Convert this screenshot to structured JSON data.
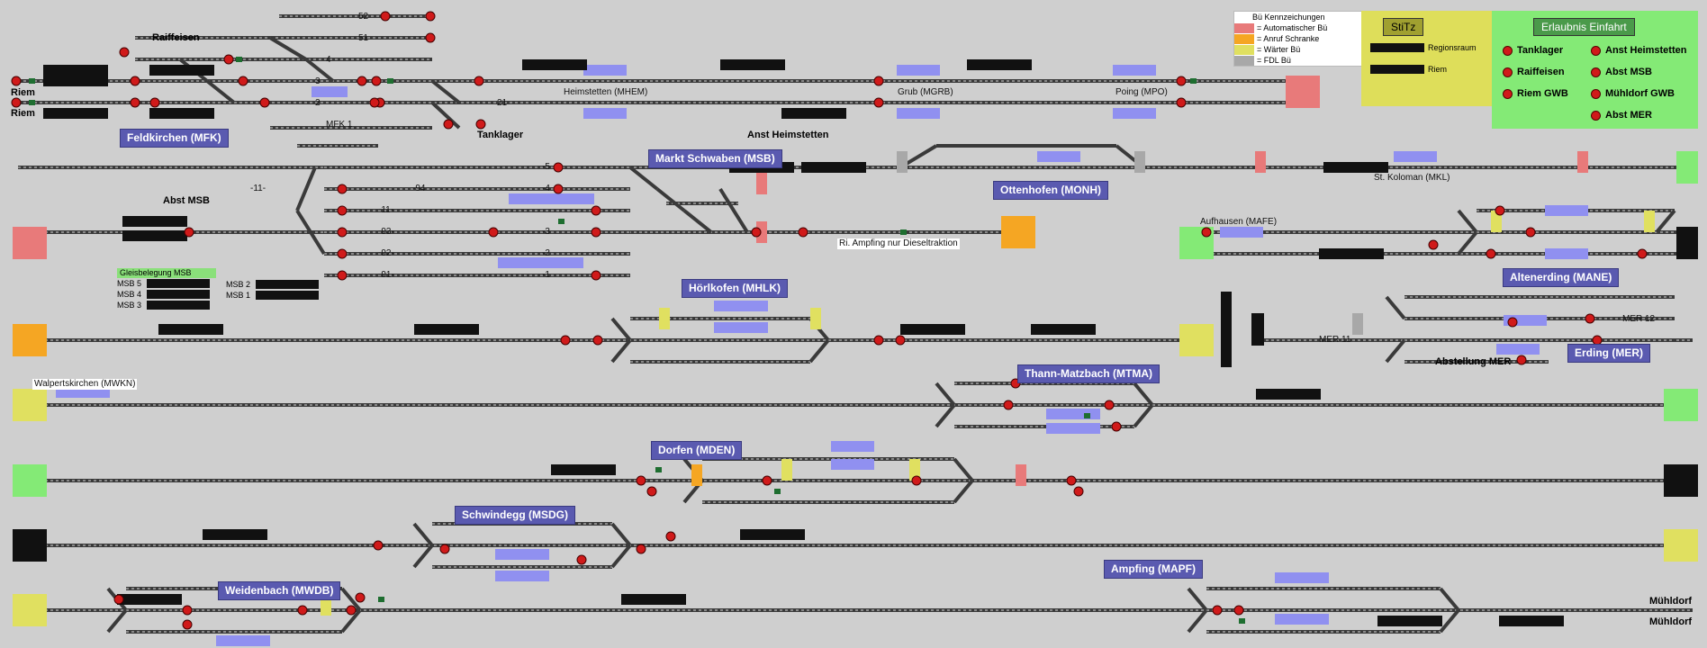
{
  "legend": {
    "title": "Bü Kennzeichungen",
    "items": [
      {
        "label": "= Automatischer Bü",
        "color": "#e87a7a"
      },
      {
        "label": "= Anruf Schranke",
        "color": "#f5a623"
      },
      {
        "label": "= Wärter Bü",
        "color": "#e0e060"
      },
      {
        "label": "= FDL Bü",
        "color": "#a8a8a8"
      }
    ]
  },
  "stitz": {
    "title": "StiTz",
    "items": [
      {
        "label": "Regionsraum"
      },
      {
        "label": "Riem"
      }
    ]
  },
  "erlaubnis": {
    "title": "Erlaubnis Einfahrt",
    "col1": [
      "Tanklager",
      "Raiffeisen",
      "Riem GWB"
    ],
    "col2": [
      "Anst Heimstetten",
      "Abst MSB",
      "Mühldorf GWB",
      "Abst MER"
    ]
  },
  "stations": [
    {
      "id": "mfk",
      "name": "Feldkirchen (MFK)"
    },
    {
      "id": "msb",
      "name": "Markt Schwaben (MSB)"
    },
    {
      "id": "monh",
      "name": "Ottenhofen (MONH)"
    },
    {
      "id": "mhlk",
      "name": "Hörlkofen (MHLK)"
    },
    {
      "id": "mane",
      "name": "Altenerding (MANE)"
    },
    {
      "id": "mer",
      "name": "Erding (MER)"
    },
    {
      "id": "mtma",
      "name": "Thann-Matzbach (MTMA)"
    },
    {
      "id": "mden",
      "name": "Dorfen (MDEN)"
    },
    {
      "id": "msdg",
      "name": "Schwindegg (MSDG)"
    },
    {
      "id": "mapf",
      "name": "Ampfing (MAPF)"
    },
    {
      "id": "mwdb",
      "name": "Weidenbach (MWDB)"
    }
  ],
  "places": {
    "raiffeisen": "Raiffeisen",
    "riem1": "Riem",
    "riem2": "Riem",
    "tanklager": "Tanklager",
    "anst_heimstetten": "Anst Heimstetten",
    "abst_msb": "Abst MSB",
    "abstellung_mer": "Abstellung MER",
    "muehldorf1": "Mühldorf",
    "muehldorf2": "Mühldorf"
  },
  "small_labels": {
    "heimstetten": "Heimstetten (MHEM)",
    "grub": "Grub (MGRB)",
    "poing": "Poing (MPO)",
    "st_koloman": "St. Koloman (MKL)",
    "aufhausen": "Aufhausen (MAFE)",
    "ampfing_diesel": "Ri. Ampfing nur Dieseltraktion",
    "walpertskirchen": "Walpertskirchen (MWKN)",
    "mfk1": "MFK 1",
    "mer11": "MER 11",
    "mer12": "MER 12"
  },
  "gleisbelegung": {
    "title": "Gleisbelegung MSB",
    "rows_left": [
      "MSB 5",
      "MSB 4",
      "MSB 3"
    ],
    "rows_right": [
      "MSB 2",
      "MSB 1"
    ]
  },
  "track_numbers": {
    "n52": "52",
    "n51": "51",
    "n4": "4",
    "n3": "3",
    "n2": "2",
    "n21": "21",
    "msb5": "-5",
    "msb94": "-94",
    "msb4": "-4",
    "msb11": "-11-",
    "msb93": "-93-",
    "msb3": "-3",
    "msb92": "-92-",
    "msb2": "-2",
    "msb91": "-91-",
    "msb1": "-1",
    "t1": "1",
    "t2": "2"
  },
  "colors": {
    "background": "#cfcfcf",
    "track": "#3a3a3a",
    "station_box": "#5a5ab0",
    "occupied": "#9090f0",
    "signal_red": "#d01a1a",
    "bue_auto": "#e87a7a",
    "bue_anruf": "#f5a623",
    "bue_waerter": "#e0e060",
    "bue_fdl": "#a8a8a8",
    "green_end": "#84ea76"
  }
}
